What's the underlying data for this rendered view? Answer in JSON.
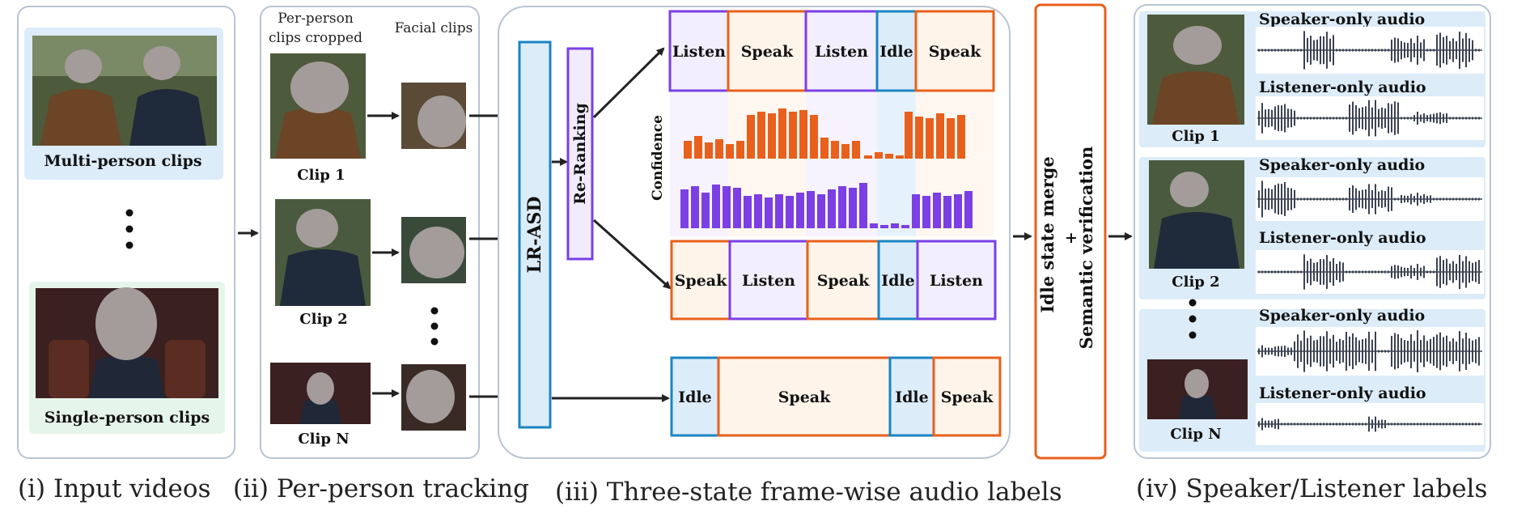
{
  "panels": {
    "input": {
      "caption": "(i) Input videos",
      "multi_label": "Multi-person clips",
      "single_label": "Single-person clips"
    },
    "tracking": {
      "caption": "(ii) Per-person tracking",
      "col1_header_line1": "Per-person",
      "col1_header_line2": "clips cropped",
      "col2_header": "Facial clips",
      "clips": [
        "Clip 1",
        "Clip 2",
        "Clip N"
      ]
    },
    "labels": {
      "caption": "(iii) Three-state frame-wise audio labels",
      "lrasd": "LR-ASD",
      "reranking": "Re-Ranking",
      "confidence": "Confidence",
      "top_row": [
        "Listen",
        "Speak",
        "Listen",
        "Idle",
        "Speak"
      ],
      "mid_row": [
        "Speak",
        "Listen",
        "Speak",
        "Idle",
        "Listen"
      ],
      "bottom_row": [
        "Idle",
        "Speak",
        "Idle",
        "Speak"
      ]
    },
    "merge": {
      "line1": "Idle state merge",
      "plus": "+",
      "line2": "Semantic verification"
    },
    "output": {
      "caption": "(iv) Speaker/Listener labels",
      "clips": [
        {
          "name": "Clip 1",
          "speaker": "Speaker-only audio",
          "listener": "Listener-only audio"
        },
        {
          "name": "Clip 2",
          "speaker": "Speaker-only audio",
          "listener": "Listener-only audio"
        },
        {
          "name": "Clip N",
          "speaker": "Speaker-only audio",
          "listener": "Listener-only audio"
        }
      ]
    }
  },
  "colors": {
    "speak": "#e8601c",
    "listen": "#7b3fe4",
    "idle": "#1a85c2",
    "panel_border": "#b8c4d4",
    "blue_fill": "#dcecf9",
    "green_fill": "#e6f5ec",
    "merge_border": "#e8601c"
  }
}
